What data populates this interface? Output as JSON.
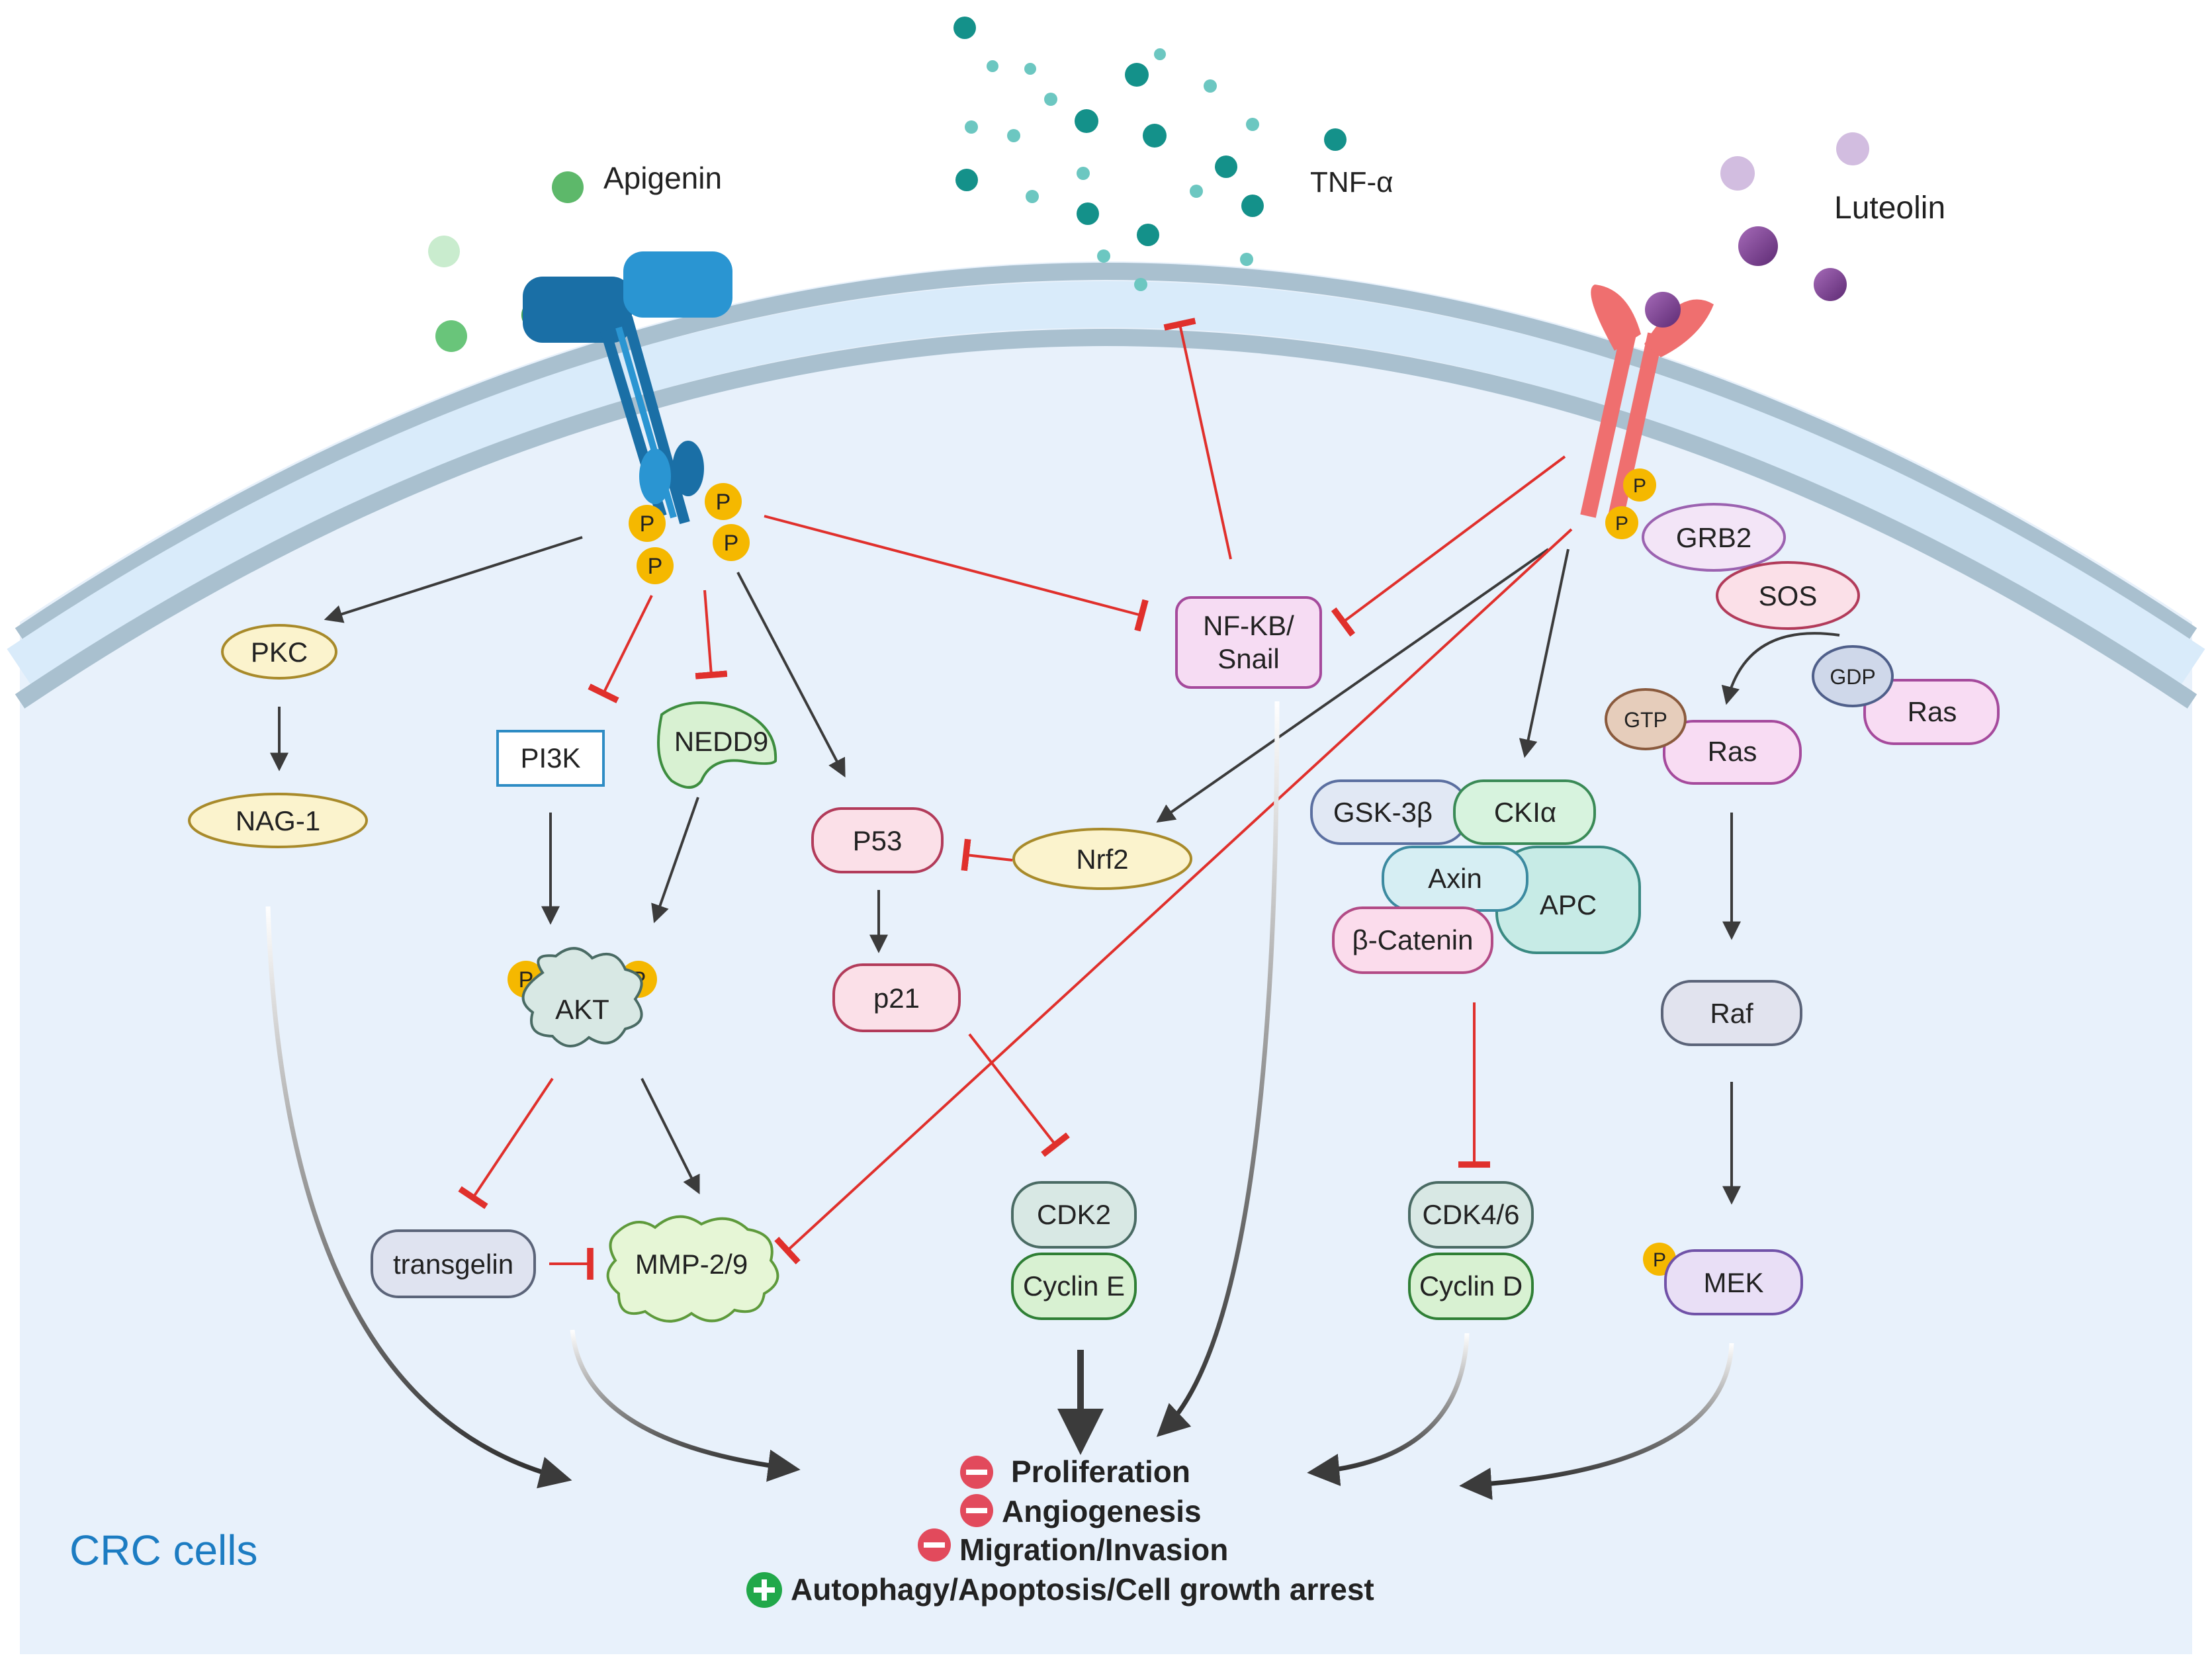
{
  "ligands": {
    "apigenin": "Apigenin",
    "tnf": "TNF-α",
    "luteolin": "Luteolin"
  },
  "nodes": {
    "pkc": "PKC",
    "nag1": "NAG-1",
    "pi3k": "PI3K",
    "nedd9": "NEDD9",
    "akt": "AKT",
    "transgelin": "transgelin",
    "mmp": "MMP-2/9",
    "p53": "P53",
    "nrf2": "Nrf2",
    "p21": "p21",
    "cdk2": "CDK2",
    "cyclin_e": "Cyclin E",
    "nfkb_line1": "NF-KB/",
    "nfkb_line2": "Snail",
    "gsk3b": "GSK-3β",
    "ckia": "CKIα",
    "axin": "Axin",
    "apc": "APC",
    "bcatenin": "β-Catenin",
    "cdk46": "CDK4/6",
    "cyclin_d": "Cyclin D",
    "grb2": "GRB2",
    "sos": "SOS",
    "gdp": "GDP",
    "ras_gdp": "Ras",
    "gtp": "GTP",
    "ras_gtp": "Ras",
    "raf": "Raf",
    "mek": "MEK",
    "phospho": "P"
  },
  "outcomes": {
    "proliferation": "Proliferation",
    "angiogenesis": "Angiogenesis",
    "migration": "Migration/Invasion",
    "autophagy": "Autophagy/Apoptosis/Cell growth arrest"
  },
  "cell_label": "CRC cells",
  "colors": {
    "inhibit": "#e0302c",
    "activate": "#3b3b3b",
    "cytoplasm": "#e8f1fb",
    "membrane": "#a9c0cf",
    "receptor_blue": "#1f84c4",
    "receptor_red": "#ef6f6f",
    "phospho": "#f5b800",
    "minus": "#e24a5c",
    "plus": "#21a84a",
    "cell_label": "#1c7cc2"
  },
  "icons": [
    "apigenin-molecule-icon",
    "tnf-molecule-icon",
    "luteolin-molecule-icon",
    "minus-circle-icon",
    "plus-circle-icon",
    "phosphate-icon"
  ]
}
